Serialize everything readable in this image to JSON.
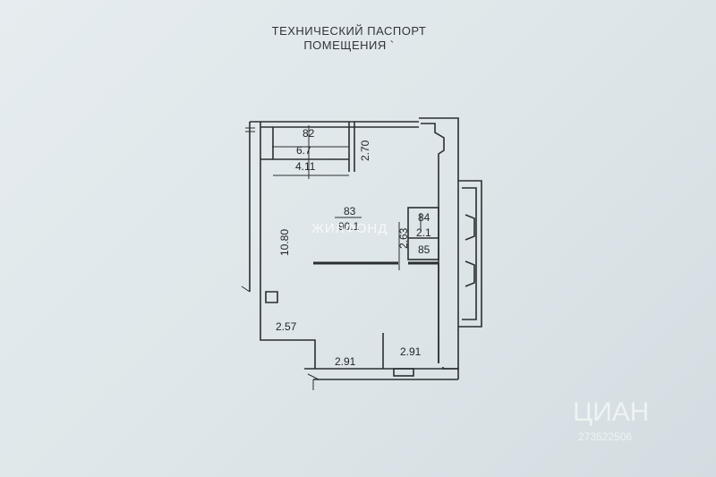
{
  "document": {
    "title_line1": "ТЕХНИЧЕСКИЙ ПАСПОРТ",
    "title_line2": "ПОМЕЩЕНИЯ `"
  },
  "rooms": {
    "room_82": {
      "number": "82",
      "area": "6.7"
    },
    "room_83": {
      "number": "83",
      "area": "90.1"
    },
    "room_84": {
      "number": "84",
      "area": "2.1"
    },
    "room_85": {
      "number": "85"
    }
  },
  "dimensions": {
    "top_width": "4.11",
    "top_height": "2.70",
    "left_height": "10.80",
    "bath_height": "2.63",
    "bottom_left": "2.57",
    "bottom_mid": "2.91",
    "bottom_right": "2.91"
  },
  "watermarks": {
    "center": "ЖИЛФОНД",
    "corner_brand": "ЦИАН",
    "corner_id": "273522506"
  },
  "colors": {
    "paper": "#e2e9ec",
    "wall": "#2a2f31",
    "text": "#1f2426"
  }
}
